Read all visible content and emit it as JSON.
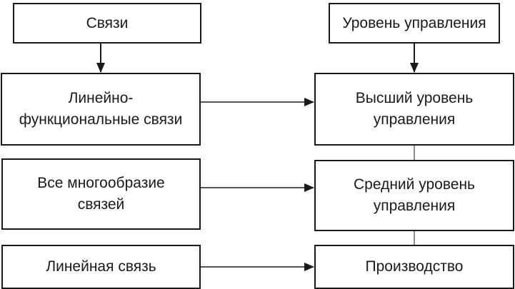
{
  "left_column": {
    "header": "Связи",
    "items": [
      {
        "line1": "Линейно-",
        "line2": "функциональные связи"
      },
      {
        "line1": "Все многообразие",
        "line2": "связей"
      },
      {
        "line1": "Линейная связь",
        "line2": ""
      }
    ]
  },
  "right_column": {
    "header": "Уровень управления",
    "items": [
      {
        "line1": "Высший уровень",
        "line2": "управления"
      },
      {
        "line1": "Средний уровень",
        "line2": "управления"
      },
      {
        "line1": "Производство",
        "line2": ""
      }
    ]
  }
}
